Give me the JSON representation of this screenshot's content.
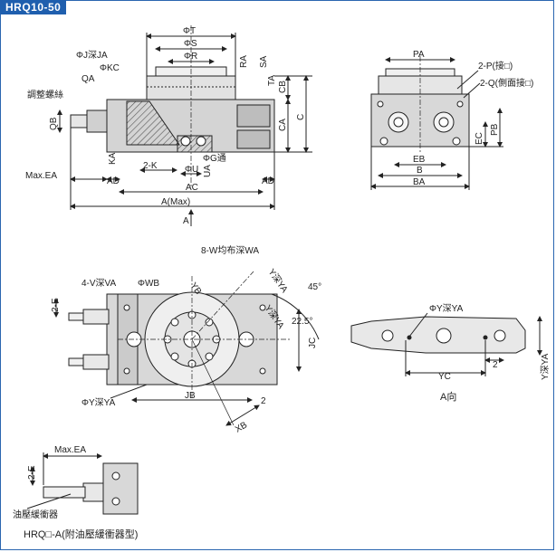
{
  "model_tag": "HRQ10-50",
  "front_view": {
    "labels": {
      "phi_t": "ΦT",
      "phi_s": "ΦS",
      "phi_r": "ΦR",
      "phi_j_depth": "ΦJ深JA",
      "phi_kc": "ΦKC",
      "qa": "QA",
      "ra": "RA",
      "sa": "SA",
      "ta": "TA",
      "cb": "CB",
      "ca": "CA",
      "c": "C",
      "adjust_screw": "調整螺絲",
      "qb": "QB",
      "ka": "KA",
      "two_k": "2-K",
      "phi_g": "ΦG通",
      "phi_u": "ΦU",
      "ua": "UA",
      "max_ea": "Max.EA",
      "ad_left": "AD",
      "ad_right": "AD",
      "ac": "AC",
      "a_max": "A(Max)",
      "arrow_a": "A"
    }
  },
  "side_view": {
    "labels": {
      "pa": "PA",
      "two_p": "2-P(接□)",
      "two_q": "2-Q(側面接□)",
      "ec": "EC",
      "pb": "PB",
      "eb": "EB",
      "b": "B",
      "ba": "BA"
    }
  },
  "top_view": {
    "labels": {
      "eight_w": "8-W均布深WA",
      "four_v": "4-V深VA",
      "phi_wb": "ΦWB",
      "two_e": "2-E",
      "yb": "YB",
      "y_depth_ya": "Y深YA",
      "angle_45": "45°",
      "dim_225": "22.5°",
      "jc": "JC",
      "y_depth_ya_2": "Y深YA",
      "phi_y_depth": "ΦY深YA",
      "jb": "JB",
      "two": "2",
      "xb": "XB"
    }
  },
  "view_a": {
    "labels": {
      "phi_y_depth": "ΦY深YA",
      "yc": "YC",
      "two": "2",
      "y_depth_ya": "Y深YA",
      "caption": "A向"
    }
  },
  "damper_view": {
    "labels": {
      "max_ea": "Max.EA",
      "two_e": "2-E",
      "damper": "油壓緩衝器",
      "caption": "HRQ□-A(附油壓緩衝器型)"
    }
  },
  "colors": {
    "line": "#222222",
    "body": "#cfcfcf",
    "body_dark": "#a9a9a9",
    "hatch": "#555555",
    "accent": "#1f5fae"
  }
}
